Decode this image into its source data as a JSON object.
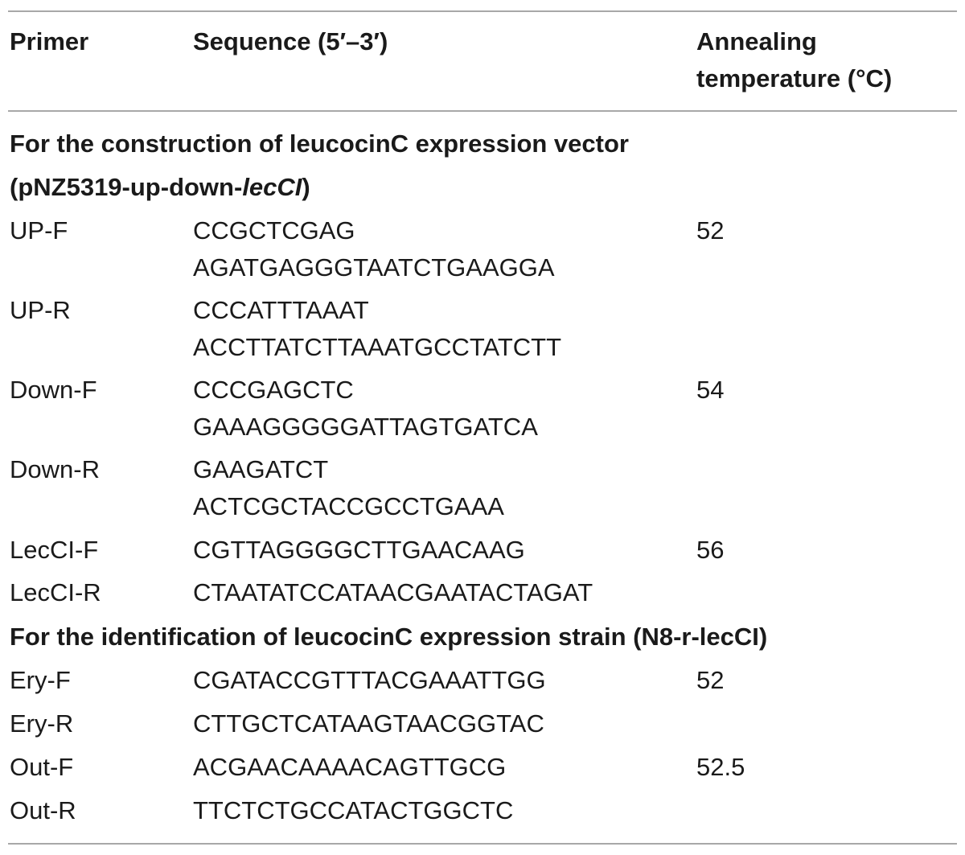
{
  "table": {
    "headers": {
      "primer": "Primer",
      "sequence": "Sequence (5′–3′)",
      "annealing_line1": "Annealing",
      "annealing_line2": "temperature (°C)"
    },
    "section1": {
      "title_line1": "For the construction of leucocinC expression vector",
      "title_line2_prefix": "(pNZ5319-up-down-",
      "title_line2_italic": "lecCI",
      "title_line2_suffix": ")",
      "rows": [
        {
          "primer": "UP-F",
          "seq1": "CCGCTCGAG",
          "seq2": "AGATGAGGGTAATCTGAAGGA",
          "temp": "52"
        },
        {
          "primer": "UP-R",
          "seq1": "CCCATTTAAAT",
          "seq2": "ACCTTATCTTAAATGCCTATCTT",
          "temp": ""
        },
        {
          "primer": "Down-F",
          "seq1": "CCCGAGCTC",
          "seq2": "GAAAGGGGGATTAGTGATCA",
          "temp": "54"
        },
        {
          "primer": "Down-R",
          "seq1": "GAAGATCT",
          "seq2": "ACTCGCTACCGCCTGAAA",
          "temp": ""
        },
        {
          "primer": "LecCI-F",
          "seq1": "CGTTAGGGGCTTGAACAAG",
          "temp": "56"
        },
        {
          "primer": "LecCI-R",
          "seq1": "CTAATATCCATAACGAATACTAGAT",
          "temp": ""
        }
      ]
    },
    "section2": {
      "title": "For the identification of leucocinC expression strain (N8-r-lecCI)",
      "rows": [
        {
          "primer": "Ery-F",
          "seq1": "CGATACCGTTTACGAAATTGG",
          "temp": "52"
        },
        {
          "primer": "Ery-R",
          "seq1": "CTTGCTCATAAGTAACGGTAC",
          "temp": ""
        },
        {
          "primer": "Out-F",
          "seq1": "ACGAACAAAACAGTTGCG",
          "temp": "52.5"
        },
        {
          "primer": "Out-R",
          "seq1": "TTCTCTGCCATACTGGCTC",
          "temp": ""
        }
      ]
    }
  }
}
